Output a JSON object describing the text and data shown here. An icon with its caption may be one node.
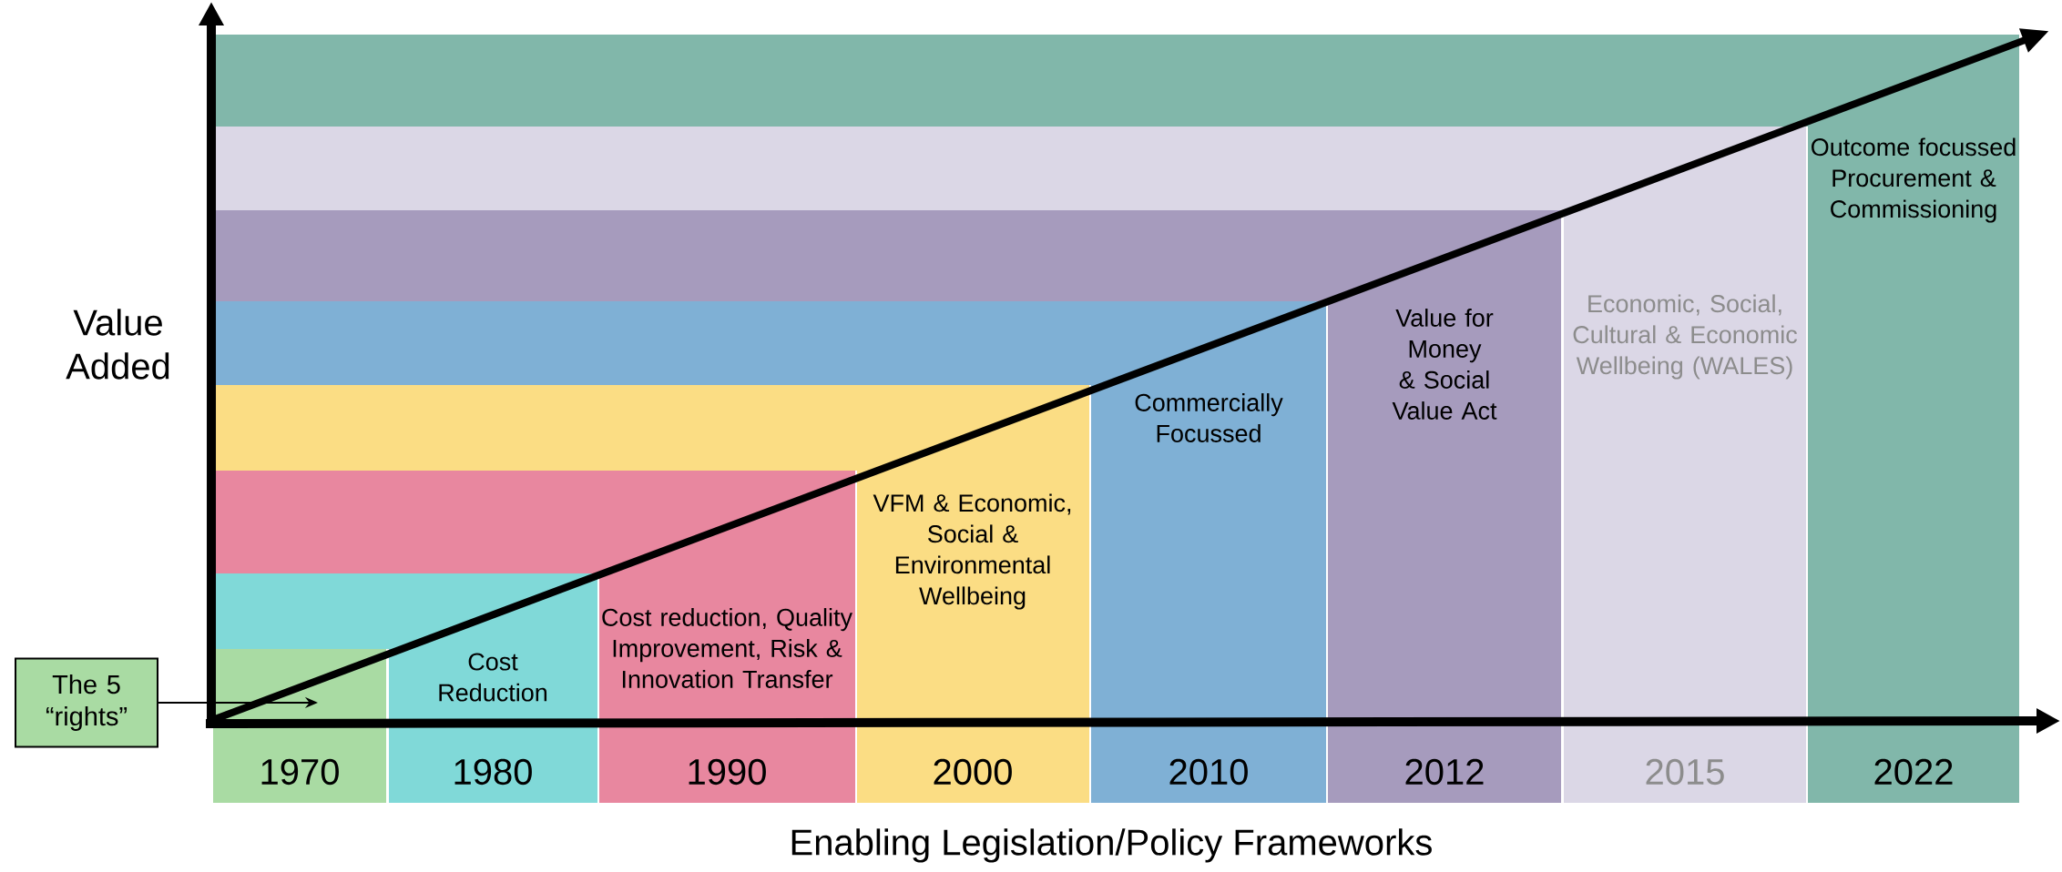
{
  "diagram": {
    "nodes": [
      {
        "text": [
          "1970"
        ]
      },
      {
        "text": [
          "Cost Reduction",
          "1980"
        ]
      },
      {
        "text": [
          "Cost reduction, Quality Improvement, Risk & Innovation Transfer",
          "1990"
        ]
      },
      {
        "text": [
          "VFM & Economic, Social & Environmental Wellbeing",
          "2000"
        ]
      },
      {
        "text": [
          "Commercially Focussed",
          "2010"
        ]
      },
      {
        "text": [
          "Value for Money & Social Value Act",
          "2012"
        ]
      },
      {
        "text": [
          "Economic, Social, Cultural & Economic Wellbeing (WALES)",
          "2015"
        ]
      },
      {
        "text": [
          "Outcome focussed Procurement & Commissioning",
          "2022"
        ]
      },
      {
        "text": [
          "The 5 “rights”"
        ]
      }
    ],
    "edges": [
      {
        "from": 8,
        "to": 0,
        "arrow": "to"
      }
    ],
    "labels": [
      "Value Added",
      "Enabling Legislation/Policy Frameworks"
    ]
  }
}
